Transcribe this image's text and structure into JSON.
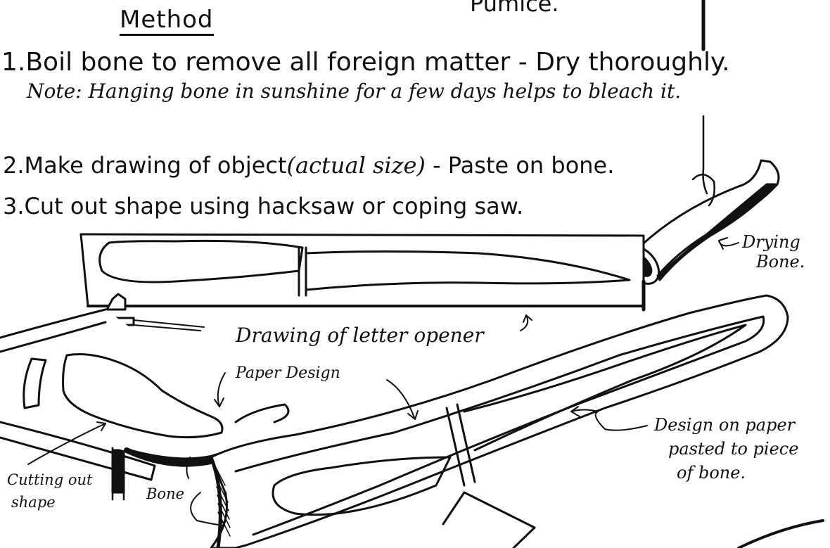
{
  "heading": "Method",
  "partial_heading": "Pumice.",
  "steps": [
    {
      "main": "1.Boil bone to remove all foreign matter - Dry thoroughly.",
      "note": "Note: Hanging bone in sunshine for a few days helps to bleach it."
    },
    {
      "main": "2.Make drawing of object",
      "aside": "(actual size)",
      "tail": " - Paste on bone."
    },
    {
      "main": "3.Cut out shape using hacksaw or coping saw."
    }
  ],
  "labels": {
    "drying_line1": "Drying",
    "drying_line2": "Bone.",
    "drawing_caption": "Drawing of letter opener",
    "paper_design": "Paper Design",
    "design_line1": "Design on paper",
    "design_line2": "pasted to piece",
    "design_line3": "of bone.",
    "cutting_line1": "Cutting out",
    "cutting_line2": "shape",
    "bone": "Bone"
  }
}
